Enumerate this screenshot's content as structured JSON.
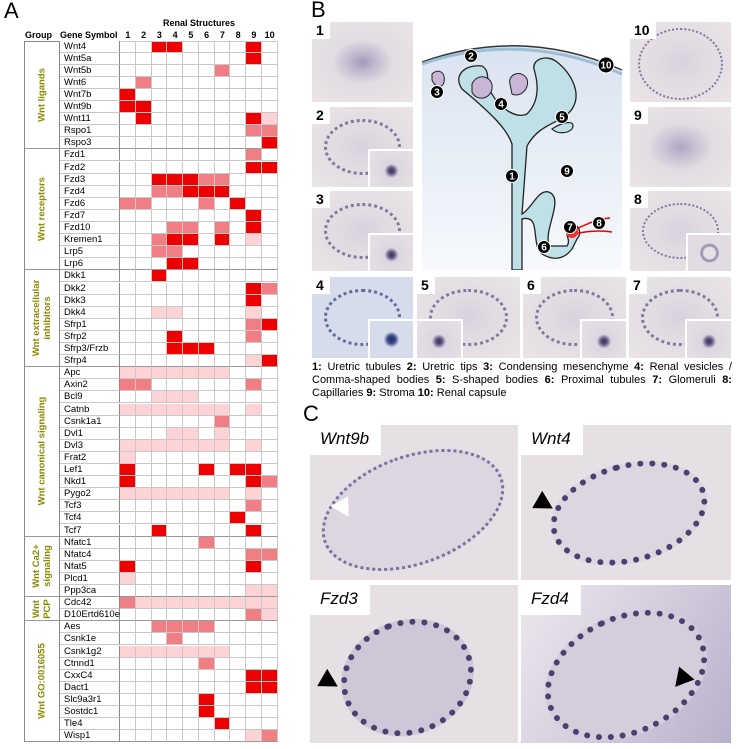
{
  "panel_labels": {
    "a": "A",
    "b": "B",
    "c": "C"
  },
  "chart_data": {
    "type": "heatmap",
    "title": "Renal Structures",
    "header_group": "Group",
    "header_gene": "Gene Symbol",
    "columns": [
      "1",
      "2",
      "3",
      "4",
      "5",
      "6",
      "7",
      "8",
      "9",
      "10"
    ],
    "levels": {
      "0": "none",
      "1": "weak",
      "2": "moderate",
      "3": "strong"
    },
    "colors": {
      "1": "#fdd3d6",
      "2": "#f27e85",
      "3": "#ee0000"
    },
    "groups": [
      {
        "name": "Wnt ligands",
        "rows": [
          {
            "gene": "Wnt4",
            "values": [
              0,
              0,
              3,
              3,
              0,
              0,
              0,
              0,
              3,
              0
            ]
          },
          {
            "gene": "Wnt5a",
            "values": [
              0,
              0,
              0,
              0,
              0,
              0,
              0,
              0,
              3,
              0
            ]
          },
          {
            "gene": "Wnt5b",
            "values": [
              0,
              0,
              0,
              0,
              0,
              0,
              2,
              0,
              0,
              0
            ]
          },
          {
            "gene": "Wnt6",
            "values": [
              0,
              2,
              0,
              0,
              0,
              0,
              0,
              0,
              0,
              0
            ]
          },
          {
            "gene": "Wnt7b",
            "values": [
              3,
              0,
              0,
              0,
              0,
              0,
              0,
              0,
              0,
              0
            ]
          },
          {
            "gene": "Wnt9b",
            "values": [
              3,
              3,
              0,
              0,
              0,
              0,
              0,
              0,
              0,
              0
            ]
          },
          {
            "gene": "Wnt11",
            "values": [
              0,
              3,
              0,
              0,
              0,
              0,
              0,
              0,
              3,
              1
            ]
          },
          {
            "gene": "Rspo1",
            "values": [
              0,
              0,
              0,
              0,
              0,
              0,
              0,
              0,
              2,
              2
            ]
          },
          {
            "gene": "Rspo3",
            "values": [
              0,
              0,
              0,
              0,
              0,
              0,
              0,
              0,
              0,
              3
            ]
          }
        ]
      },
      {
        "name": "Wnt receptors",
        "rows": [
          {
            "gene": "Fzd1",
            "values": [
              0,
              0,
              0,
              0,
              0,
              0,
              0,
              0,
              2,
              0
            ]
          },
          {
            "gene": "Fzd2",
            "values": [
              0,
              0,
              0,
              0,
              0,
              0,
              0,
              0,
              3,
              3
            ]
          },
          {
            "gene": "Fzd3",
            "values": [
              0,
              0,
              3,
              3,
              3,
              2,
              2,
              0,
              0,
              0
            ]
          },
          {
            "gene": "Fzd4",
            "values": [
              0,
              0,
              2,
              2,
              3,
              3,
              3,
              0,
              0,
              0
            ]
          },
          {
            "gene": "Fzd6",
            "values": [
              2,
              2,
              0,
              0,
              0,
              2,
              0,
              3,
              0,
              0
            ]
          },
          {
            "gene": "Fzd7",
            "values": [
              0,
              0,
              0,
              0,
              0,
              0,
              0,
              0,
              3,
              0
            ]
          },
          {
            "gene": "Fzd10",
            "values": [
              0,
              0,
              0,
              2,
              2,
              0,
              2,
              0,
              3,
              0
            ]
          },
          {
            "gene": "Kremen1",
            "values": [
              0,
              0,
              2,
              3,
              3,
              0,
              3,
              0,
              1,
              0
            ]
          },
          {
            "gene": "Lrp5",
            "values": [
              0,
              0,
              2,
              2,
              0,
              0,
              0,
              0,
              0,
              0
            ]
          },
          {
            "gene": "Lrp6",
            "values": [
              0,
              0,
              0,
              3,
              3,
              0,
              0,
              0,
              0,
              0
            ]
          }
        ]
      },
      {
        "name": "Wnt extracellular inhibitors",
        "rows": [
          {
            "gene": "Dkk1",
            "values": [
              0,
              0,
              3,
              0,
              0,
              0,
              0,
              0,
              0,
              0
            ]
          },
          {
            "gene": "Dkk2",
            "values": [
              0,
              0,
              0,
              0,
              0,
              0,
              0,
              0,
              3,
              2
            ]
          },
          {
            "gene": "Dkk3",
            "values": [
              0,
              0,
              0,
              0,
              0,
              0,
              0,
              0,
              3,
              0
            ]
          },
          {
            "gene": "Dkk4",
            "values": [
              0,
              0,
              1,
              1,
              0,
              0,
              0,
              0,
              1,
              0
            ]
          },
          {
            "gene": "Sfrp1",
            "values": [
              0,
              0,
              0,
              0,
              0,
              0,
              0,
              0,
              2,
              3
            ]
          },
          {
            "gene": "Sfrp2",
            "values": [
              0,
              0,
              0,
              3,
              0,
              0,
              0,
              0,
              2,
              0
            ]
          },
          {
            "gene": "Sfrp3/Frzb",
            "values": [
              0,
              0,
              0,
              3,
              3,
              3,
              0,
              0,
              0,
              0
            ]
          },
          {
            "gene": "Sfrp4",
            "values": [
              0,
              0,
              0,
              0,
              0,
              0,
              0,
              0,
              1,
              3
            ]
          }
        ]
      },
      {
        "name": "Wnt canonical signaling",
        "rows": [
          {
            "gene": "Apc",
            "values": [
              1,
              1,
              1,
              1,
              1,
              1,
              1,
              0,
              0,
              0
            ]
          },
          {
            "gene": "Axin2",
            "values": [
              2,
              2,
              0,
              0,
              0,
              0,
              0,
              0,
              2,
              0
            ]
          },
          {
            "gene": "Bcl9",
            "values": [
              0,
              0,
              1,
              1,
              1,
              0,
              0,
              0,
              0,
              0
            ]
          },
          {
            "gene": "Catnb",
            "values": [
              1,
              1,
              1,
              1,
              1,
              1,
              1,
              0,
              1,
              0
            ]
          },
          {
            "gene": "Csnk1a1",
            "values": [
              0,
              0,
              0,
              0,
              0,
              0,
              2,
              0,
              0,
              0
            ]
          },
          {
            "gene": "Dvl1",
            "values": [
              0,
              0,
              0,
              1,
              1,
              0,
              1,
              0,
              0,
              0
            ]
          },
          {
            "gene": "Dvl3",
            "values": [
              1,
              1,
              1,
              1,
              1,
              1,
              1,
              0,
              1,
              0
            ]
          },
          {
            "gene": "Frat2",
            "values": [
              1,
              0,
              0,
              0,
              0,
              0,
              0,
              0,
              0,
              0
            ]
          },
          {
            "gene": "Lef1",
            "values": [
              3,
              0,
              0,
              0,
              0,
              3,
              0,
              3,
              3,
              0
            ]
          },
          {
            "gene": "Nkd1",
            "values": [
              3,
              0,
              0,
              0,
              0,
              0,
              0,
              0,
              3,
              2
            ]
          },
          {
            "gene": "Pygo2",
            "values": [
              1,
              1,
              1,
              1,
              1,
              1,
              1,
              0,
              1,
              0
            ]
          },
          {
            "gene": "Tcf3",
            "values": [
              0,
              0,
              0,
              0,
              0,
              0,
              0,
              0,
              2,
              0
            ]
          },
          {
            "gene": "Tcf4",
            "values": [
              0,
              0,
              0,
              0,
              0,
              0,
              0,
              3,
              0,
              0
            ]
          },
          {
            "gene": "Tcf7",
            "values": [
              0,
              0,
              3,
              0,
              0,
              0,
              0,
              0,
              3,
              0
            ]
          }
        ]
      },
      {
        "name": "Wnt Ca2+ signaling",
        "rows": [
          {
            "gene": "Nfatc1",
            "values": [
              0,
              0,
              0,
              0,
              0,
              2,
              0,
              0,
              0,
              0
            ]
          },
          {
            "gene": "Nfatc4",
            "values": [
              0,
              0,
              0,
              0,
              0,
              0,
              0,
              0,
              2,
              2
            ]
          },
          {
            "gene": "Nfat5",
            "values": [
              3,
              0,
              0,
              0,
              0,
              0,
              0,
              0,
              3,
              0
            ]
          },
          {
            "gene": "Plcd1",
            "values": [
              1,
              0,
              0,
              0,
              0,
              0,
              0,
              0,
              0,
              0
            ]
          },
          {
            "gene": "Ppp3ca",
            "values": [
              0,
              0,
              0,
              0,
              0,
              0,
              0,
              0,
              1,
              1
            ]
          }
        ]
      },
      {
        "name": "Wnt PCP",
        "rows": [
          {
            "gene": "Cdc42",
            "values": [
              2,
              1,
              1,
              1,
              1,
              1,
              1,
              1,
              1,
              1
            ]
          },
          {
            "gene": "D10Ertd610e",
            "values": [
              0,
              0,
              0,
              0,
              0,
              0,
              0,
              0,
              2,
              1
            ]
          }
        ]
      },
      {
        "name": "Wnt GO:0016055",
        "rows": [
          {
            "gene": "Aes",
            "values": [
              0,
              0,
              2,
              2,
              2,
              2,
              0,
              0,
              0,
              0
            ]
          },
          {
            "gene": "Csnk1e",
            "values": [
              0,
              0,
              0,
              2,
              0,
              0,
              0,
              0,
              0,
              0
            ]
          },
          {
            "gene": "Csnk1g2",
            "values": [
              1,
              1,
              1,
              1,
              1,
              1,
              1,
              0,
              0,
              0
            ]
          },
          {
            "gene": "Ctnnd1",
            "values": [
              0,
              0,
              0,
              0,
              0,
              2,
              0,
              0,
              0,
              0
            ]
          },
          {
            "gene": "CxxC4",
            "values": [
              0,
              0,
              0,
              0,
              0,
              0,
              0,
              0,
              3,
              3
            ]
          },
          {
            "gene": "Dact1",
            "values": [
              0,
              0,
              0,
              0,
              0,
              0,
              0,
              0,
              3,
              3
            ]
          },
          {
            "gene": "Slc9a3r1",
            "values": [
              0,
              0,
              0,
              0,
              0,
              3,
              0,
              0,
              0,
              0
            ]
          },
          {
            "gene": "Sostdc1",
            "values": [
              0,
              0,
              0,
              0,
              0,
              3,
              0,
              0,
              0,
              0
            ]
          },
          {
            "gene": "Tle4",
            "values": [
              0,
              0,
              0,
              0,
              0,
              0,
              3,
              0,
              0,
              0
            ]
          },
          {
            "gene": "Wisp1",
            "values": [
              0,
              0,
              0,
              0,
              0,
              0,
              0,
              0,
              1,
              2
            ]
          }
        ]
      }
    ]
  },
  "panel_b": {
    "tiles": [
      "1",
      "2",
      "3",
      "10",
      "9",
      "8",
      "4",
      "5",
      "6",
      "7"
    ],
    "diagram_markers": [
      "1",
      "2",
      "3",
      "4",
      "5",
      "6",
      "7",
      "8",
      "9",
      "10"
    ],
    "legend": [
      {
        "num": "1:",
        "text": "Uretric tubules"
      },
      {
        "num": "2:",
        "text": "Uretric tips"
      },
      {
        "num": "3:",
        "text": "Condensing mesenchyme"
      },
      {
        "num": "4:",
        "text": "Renal vesicles / Comma-shaped bodies"
      },
      {
        "num": "5:",
        "text": "S-shaped bodies"
      },
      {
        "num": "6:",
        "text": "Proximal tubules"
      },
      {
        "num": "7:",
        "text": "Glomeruli"
      },
      {
        "num": "8:",
        "text": "Capillaries"
      },
      {
        "num": "9:",
        "text": "Stroma"
      },
      {
        "num": "10:",
        "text": "Renal capsule"
      }
    ]
  },
  "panel_c": {
    "images": [
      "Wnt9b",
      "Wnt4",
      "Fzd3",
      "Fzd4"
    ]
  }
}
